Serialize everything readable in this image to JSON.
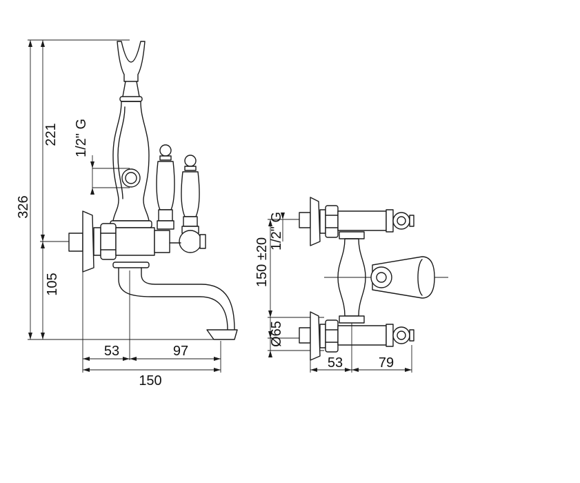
{
  "front_view": {
    "dim_overall_height": "326",
    "dim_upper_height": "221",
    "dim_lower_height": "105",
    "dim_thread": "1/2\" G",
    "dim_left_offset": "53",
    "dim_spout_reach": "97",
    "dim_total_width": "150"
  },
  "side_view": {
    "dim_thread": "1/2\" G",
    "dim_centres": "150 ±20",
    "dim_flange_diameter": "Ø65",
    "dim_left_offset": "53",
    "dim_right_offset": "79"
  }
}
